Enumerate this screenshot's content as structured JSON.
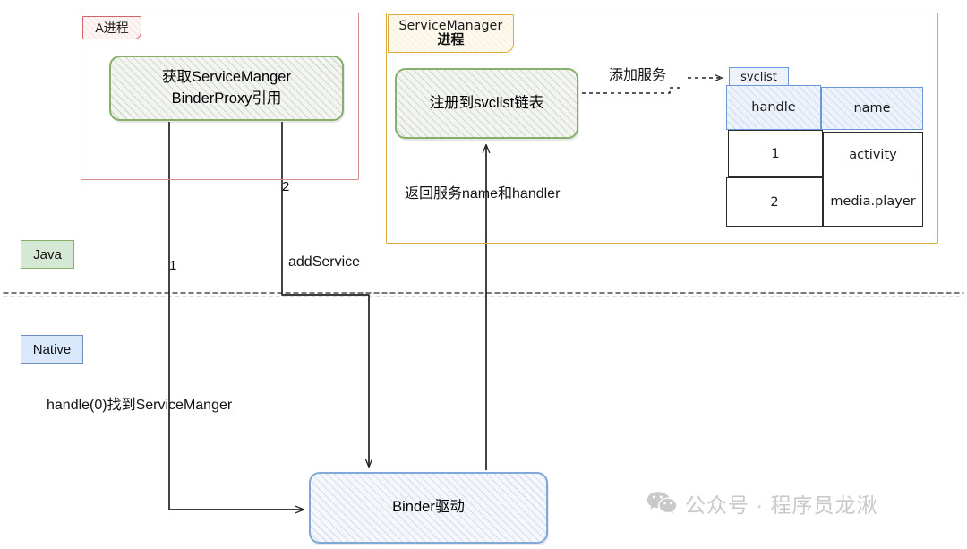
{
  "diagram": {
    "title": "Android Binder ServiceManager registration flow",
    "processes": [
      {
        "id": "a-process",
        "label": "A进程",
        "border_color": "#d06666"
      },
      {
        "id": "servicemanager-process",
        "label_name": "ServiceManager",
        "label_sub": "进程",
        "border_color": "#dfa93b"
      }
    ],
    "nodes": {
      "get_sm": {
        "line1": "获取ServiceManger",
        "line2": "BinderProxy引用",
        "border_color": "#84b06a"
      },
      "register_svclist": {
        "label": "注册到svclist链表",
        "border_color": "#84b06a"
      },
      "binder_driver": {
        "label": "Binder驱动",
        "border_color": "#80a8d8"
      }
    },
    "svclist": {
      "tab_label": "svclist",
      "border_color": "#6c97d8",
      "columns": [
        "handle",
        "name"
      ],
      "rows": [
        {
          "handle": "1",
          "name": "activity"
        },
        {
          "handle": "2",
          "name": "media.player"
        }
      ]
    },
    "layers": [
      {
        "id": "java",
        "label": "Java",
        "fill": "#d5e8d4",
        "border": "#82b366"
      },
      {
        "id": "native",
        "label": "Native",
        "fill": "#dae8fc",
        "border": "#6c8ebf"
      }
    ],
    "edge_labels": {
      "num1": "1",
      "num2": "2",
      "add_service": "addService",
      "handle_zero": "handle(0)找到ServiceManger",
      "return_service": "返回服务name和handler",
      "add_service_cn": "添加服务"
    },
    "watermark": {
      "icon": "wechat-icon",
      "text": "公众号 · 程序员龙湫"
    }
  }
}
